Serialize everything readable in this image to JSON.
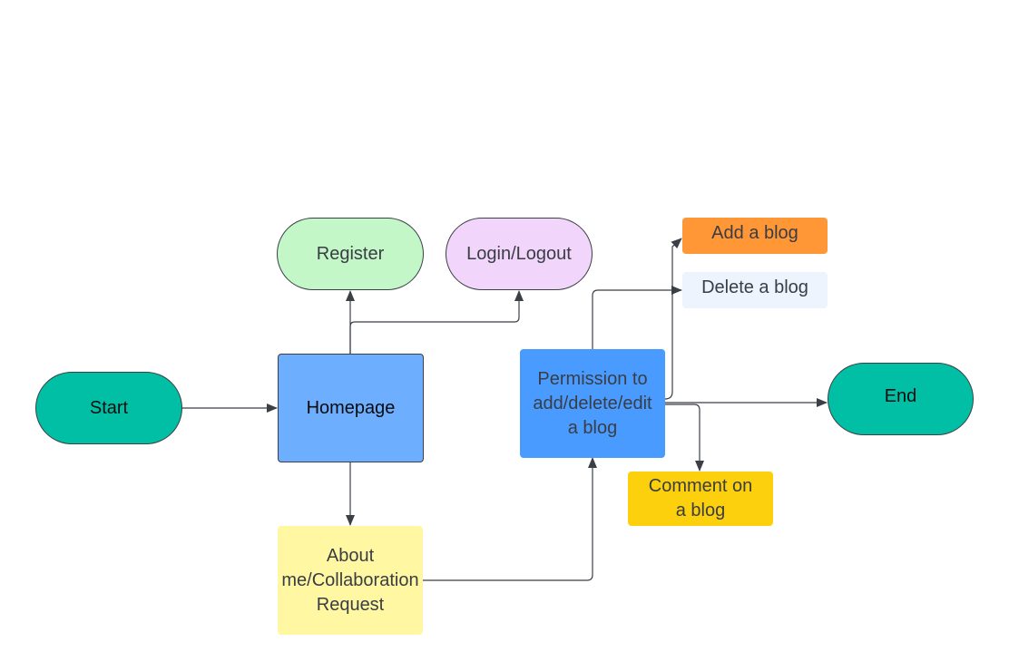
{
  "colors": {
    "start_end": "#00bfa5",
    "register": "#c3f7c8",
    "login": "#f2d5fb",
    "homepage": "#6daefe",
    "permission": "#4a9bff",
    "about": "#fff7a2",
    "add_blog": "#ff9737",
    "delete_blog": "#edf4fe",
    "comment": "#fdd00e",
    "connector": "#3b3f46"
  },
  "nodes": {
    "start": "Start",
    "homepage": "Homepage",
    "register": "Register",
    "login_logout": "Login/Logout",
    "about_line1": "About",
    "about_line2": "me/Collaboration",
    "about_line3": "Request",
    "permission_line1": "Permission to",
    "permission_line2": "add/delete/edit",
    "permission_line3": "a blog",
    "add_blog": "Add a blog",
    "delete_blog": "Delete a blog",
    "comment_line1": "Comment on",
    "comment_line2": "a blog",
    "end": "End"
  }
}
